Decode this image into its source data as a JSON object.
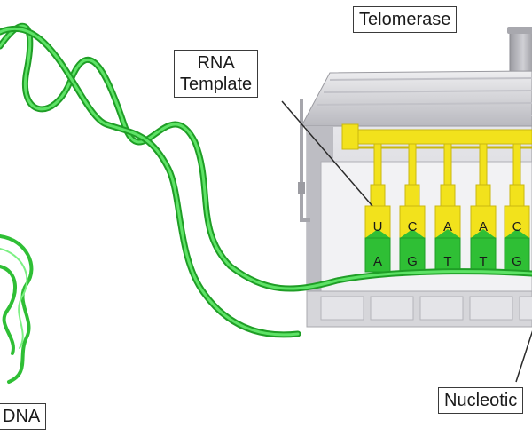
{
  "labels": {
    "telomerase": "Telomerase",
    "rna_template_line1": "RNA",
    "rna_template_line2": "Template",
    "dna": "DNA",
    "nucleotides": "Nucleotic"
  },
  "template_bases": [
    {
      "rna": "U",
      "dna": "A"
    },
    {
      "rna": "C",
      "dna": "G"
    },
    {
      "rna": "A",
      "dna": "T"
    },
    {
      "rna": "A",
      "dna": "T"
    },
    {
      "rna": "C",
      "dna": "G"
    }
  ],
  "colors": {
    "dna_strand": "#2fbf35",
    "rna_template": "#f2e21c",
    "enzyme_body": "#d4d4d8",
    "callout_border": "#3a3a3a"
  }
}
